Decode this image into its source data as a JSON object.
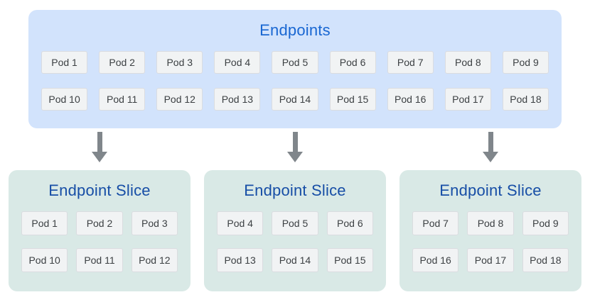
{
  "endpoints": {
    "title": "Endpoints",
    "pods": [
      "Pod 1",
      "Pod 2",
      "Pod 3",
      "Pod 4",
      "Pod 5",
      "Pod 6",
      "Pod 7",
      "Pod 8",
      "Pod 9",
      "Pod 10",
      "Pod 11",
      "Pod 12",
      "Pod 13",
      "Pod 14",
      "Pod 15",
      "Pod 16",
      "Pod 17",
      "Pod 18"
    ]
  },
  "slices": [
    {
      "title": "Endpoint Slice",
      "pods": [
        "Pod 1",
        "Pod 2",
        "Pod 3",
        "Pod 10",
        "Pod 11",
        "Pod 12"
      ]
    },
    {
      "title": "Endpoint Slice",
      "pods": [
        "Pod 4",
        "Pod 5",
        "Pod 6",
        "Pod 13",
        "Pod 14",
        "Pod 15"
      ]
    },
    {
      "title": "Endpoint Slice",
      "pods": [
        "Pod 7",
        "Pod 8",
        "Pod 9",
        "Pod 16",
        "Pod 17",
        "Pod 18"
      ]
    }
  ],
  "colors": {
    "endpoints_bg": "#d2e3fc",
    "endpoints_title": "#1967d2",
    "slice_bg": "#d9e9e6",
    "slice_title": "#174ea6",
    "pod_bg": "#f1f3f4",
    "pod_border": "#dadce0",
    "pod_text": "#3c4043",
    "arrow": "#80868b"
  }
}
